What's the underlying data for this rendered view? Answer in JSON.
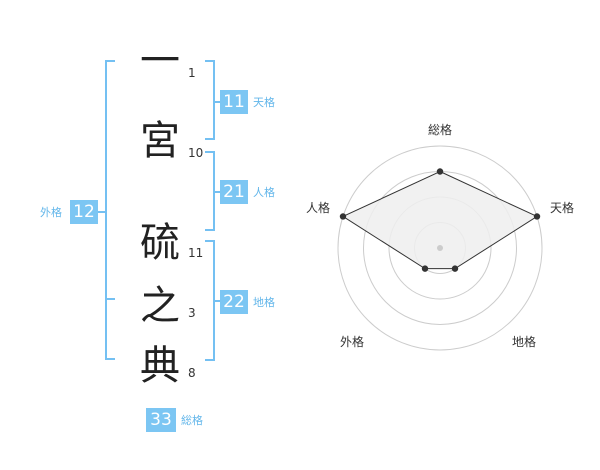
{
  "characters": [
    {
      "char": "一",
      "strokes": "1"
    },
    {
      "char": "宮",
      "strokes": "10"
    },
    {
      "char": "",
      "strokes": ""
    },
    {
      "char": "硫",
      "strokes": "11"
    },
    {
      "char": "之",
      "strokes": "3"
    },
    {
      "char": "典",
      "strokes": "8"
    }
  ],
  "kakusu": {
    "tenkaku": {
      "value": "11",
      "label": "天格"
    },
    "jinkaku": {
      "value": "21",
      "label": "人格"
    },
    "chikaku": {
      "value": "22",
      "label": "地格"
    },
    "gaikaku": {
      "value": "12",
      "label": "外格"
    },
    "soukaku": {
      "value": "33",
      "label": "総格"
    }
  },
  "radar": {
    "axes": [
      "総格",
      "天格",
      "地格",
      "外格",
      "人格"
    ],
    "levels": 4,
    "max": 4,
    "values": [
      3,
      4,
      1,
      1,
      4
    ],
    "colors": {
      "grid": "#cccccc",
      "fill": "#eeeeee",
      "line": "#333333",
      "point": "#333333",
      "center": "#cccccc"
    }
  }
}
